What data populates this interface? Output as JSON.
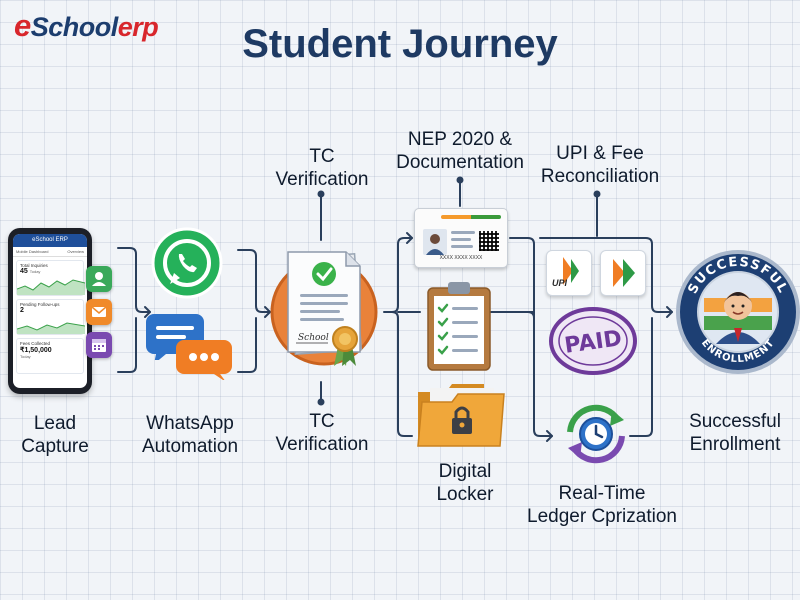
{
  "brand": {
    "logo_e": "e",
    "logo_school": "School",
    "logo_erp": "erp"
  },
  "title": "Student Journey",
  "stages": [
    {
      "id": "lead",
      "label_1": "Lead",
      "label_2": "Capture"
    },
    {
      "id": "whatsapp",
      "label_1": "WhatsApp",
      "label_2": "Automation"
    },
    {
      "id": "tc_top",
      "label_1": "TC",
      "label_2": "Verification"
    },
    {
      "id": "tc_bottom",
      "label_1": "TC",
      "label_2": "Verification"
    },
    {
      "id": "nep",
      "label_1": "NEP 2020 &",
      "label_2": "Documentation"
    },
    {
      "id": "locker",
      "label_1": "Digital",
      "label_2": "Locker"
    },
    {
      "id": "upi",
      "label_1": "UPI & Fee",
      "label_2": "Reconciliation"
    },
    {
      "id": "ledger",
      "label_1": "Real-Time",
      "label_2": "Ledger Cprization"
    },
    {
      "id": "enroll",
      "label_1": "Successful",
      "label_2": "Enrollment"
    }
  ],
  "phone": {
    "app_title": "eSchool ERP",
    "tab_left": "Mobile Dashboard",
    "tab_right": "Overview",
    "card1_label": "Total Inquiries",
    "card1_value": "45",
    "card1_unit": "Today",
    "card2_label": "Pending Follow-ups",
    "card2_value": "2",
    "card3_label": "Fees Collected",
    "card3_value": "₹1,50,000",
    "card3_unit": "Today"
  },
  "document": {
    "signature": "School"
  },
  "idcard": {
    "number": "XXXX XXXX XXXX"
  },
  "upi": {
    "label": "UPI"
  },
  "stamp": {
    "label": "PAID"
  },
  "badge": {
    "top_text": "SUCCESSFUL",
    "bottom_text": "ENROLLMENT"
  },
  "colors": {
    "title": "#1e3a63",
    "line": "#2a3f5c",
    "whatsapp_green": "#25b15a",
    "orange": "#e9823a",
    "folder": "#f0a73a",
    "paid_purple": "#6e3a9a",
    "badge_blue": "#1d3f73"
  },
  "icons": [
    "whatsapp-icon",
    "chat-bubble-icon",
    "document-icon",
    "check-badge-icon",
    "id-card-icon",
    "clipboard-checklist-icon",
    "folder-lock-icon",
    "upi-logo-icon",
    "paid-stamp-icon",
    "sync-clock-icon",
    "graduate-badge-icon",
    "mail-icon",
    "calendar-icon",
    "user-icon"
  ]
}
